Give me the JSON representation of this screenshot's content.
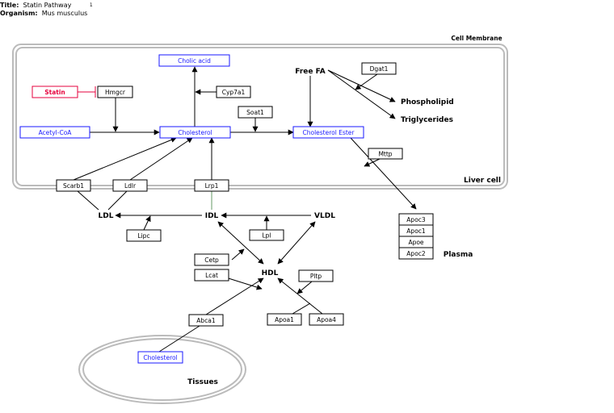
{
  "header": {
    "title_label": "Title:",
    "title": "Statin Pathway",
    "organism_label": "Organism:",
    "organism": "Mus musculus",
    "footnote": "1"
  },
  "labels": {
    "cell_membrane": "Cell Membrane",
    "liver_cell": "Liver cell",
    "plasma": "Plasma",
    "tissues": "Tissues",
    "free_fa": "Free FA",
    "phospholipid": "Phospholipid",
    "triglycerides": "Triglycerides",
    "ldl": "LDL",
    "idl": "IDL",
    "vldl": "VLDL",
    "hdl": "HDL"
  },
  "nodes": {
    "cholic_acid": "Cholic acid",
    "statin": "Statin",
    "hmgcr": "Hmgcr",
    "cyp7a1": "Cyp7a1",
    "dgat1": "Dgat1",
    "soat1": "Soat1",
    "acetyl_coa": "Acetyl-CoA",
    "cholesterol": "Cholesterol",
    "cholesterol_ester": "Cholesterol Ester",
    "mttp": "Mttp",
    "scarb1": "Scarb1",
    "ldlr": "Ldlr",
    "lrp1": "Lrp1",
    "lipc": "Lipc",
    "lpl": "Lpl",
    "apoc3": "Apoc3",
    "apoc1": "Apoc1",
    "apoe": "Apoe",
    "apoc2": "Apoc2",
    "cetp": "Cetp",
    "lcat": "Lcat",
    "pltp": "Pltp",
    "abca1": "Abca1",
    "apoa1": "Apoa1",
    "apoa4": "Apoa4",
    "tissue_cholesterol": "Cholesterol"
  },
  "colors": {
    "metabolite": "#1a1aff",
    "drug": "#e6003c",
    "gene": "#000000",
    "membrane": "#bbbbbb"
  }
}
